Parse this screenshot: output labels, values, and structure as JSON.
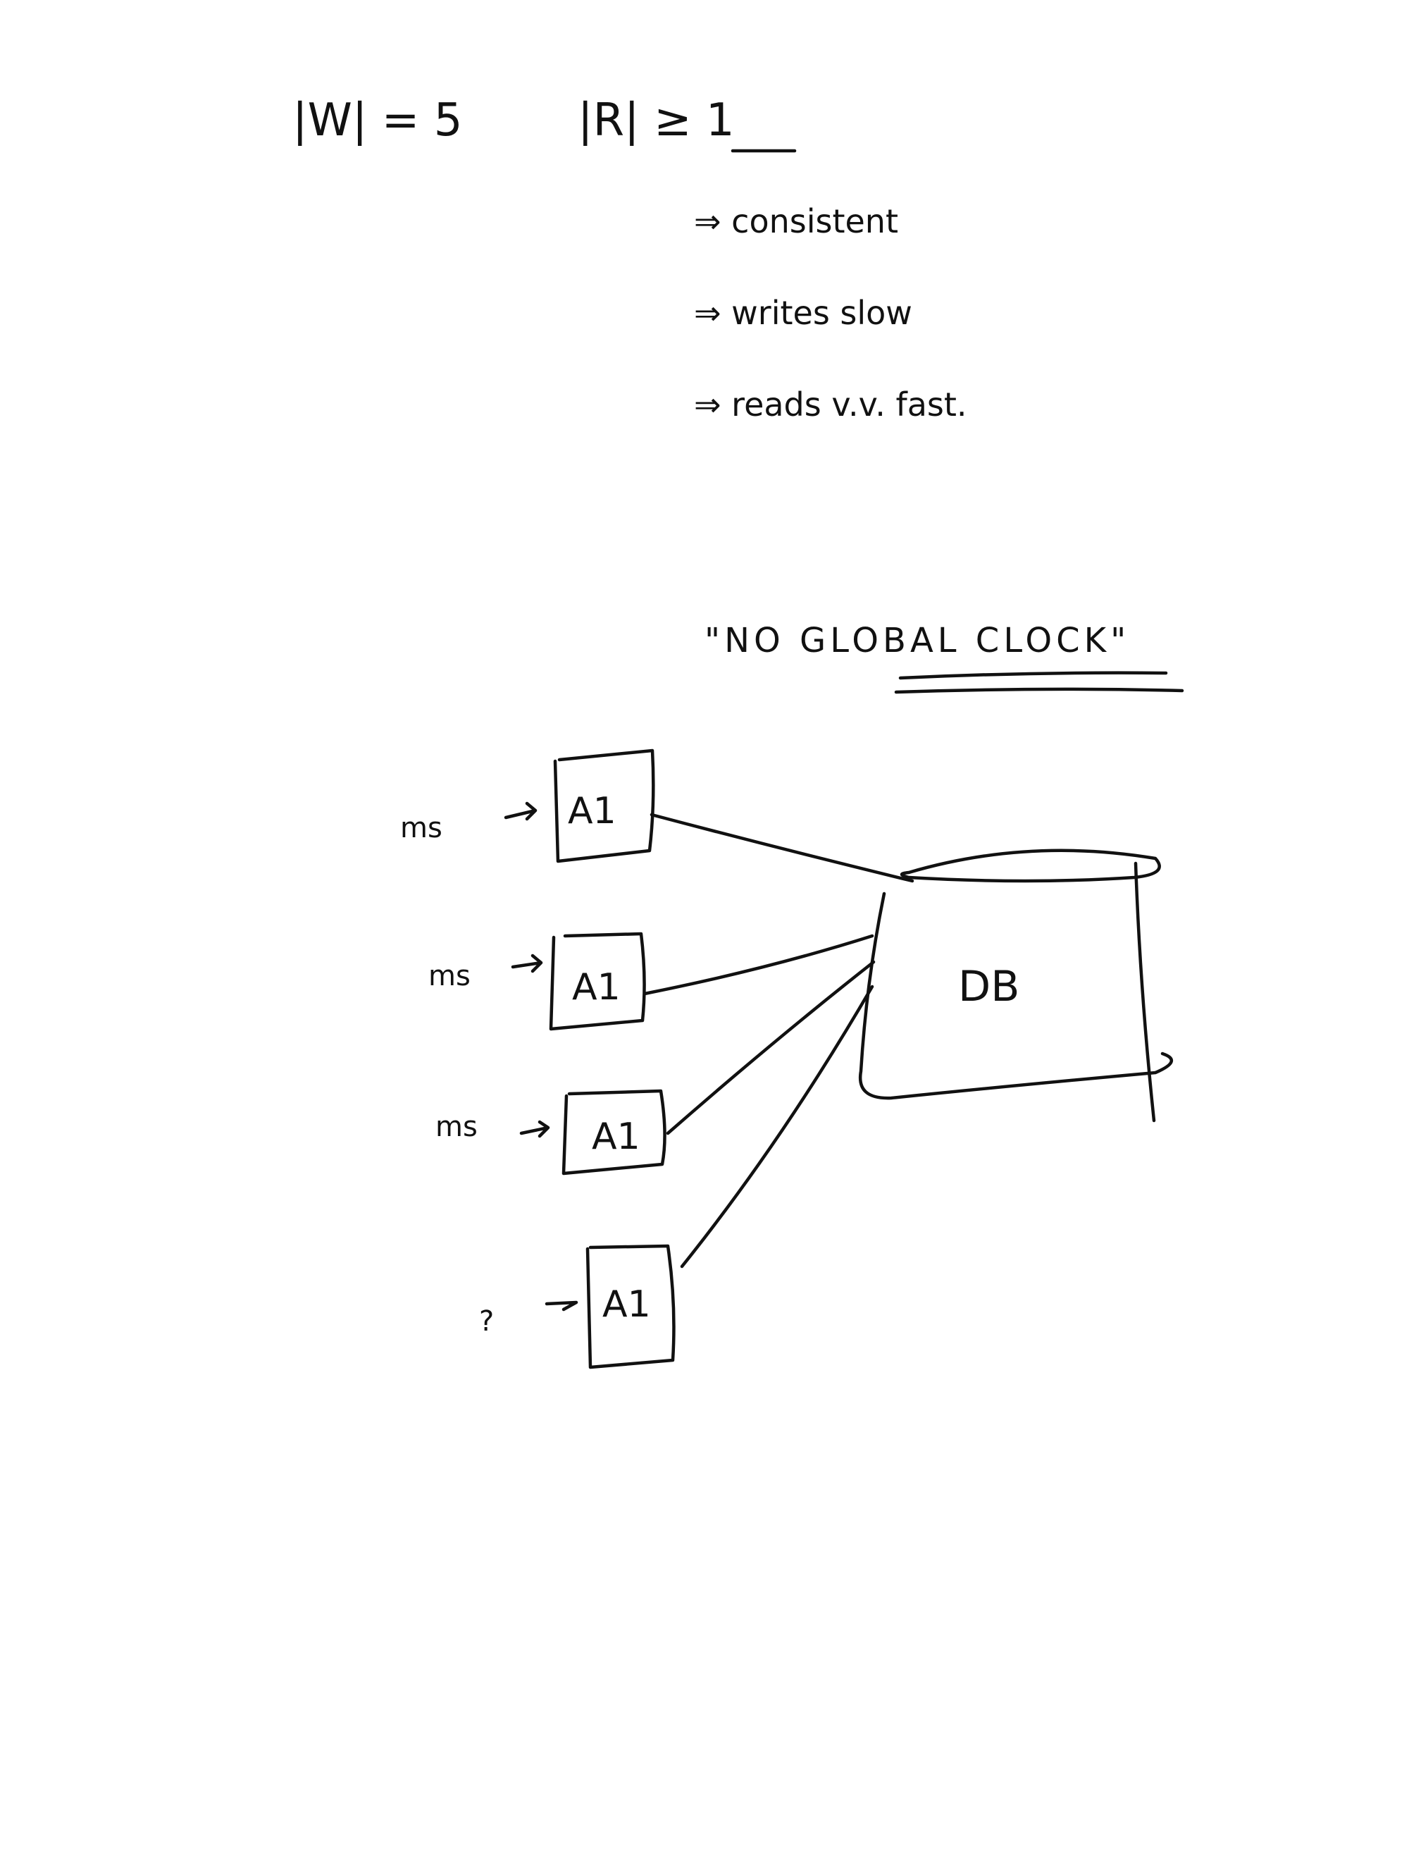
{
  "notes": {
    "write_quorum": "|W| = 5",
    "read_quorum": "|R| ≥ 1",
    "points": [
      "⇒ consistent",
      "⇒ writes slow",
      "⇒ reads v.v. fast."
    ],
    "global_clock": "\"NO GLOBAL CLOCK\""
  },
  "diagram": {
    "nodes": [
      {
        "label": "A1",
        "input": "ms"
      },
      {
        "label": "A1",
        "input": "ms"
      },
      {
        "label": "A1",
        "input": "ms"
      },
      {
        "label": "A1",
        "input": "?"
      }
    ],
    "database": {
      "label": "DB"
    }
  }
}
